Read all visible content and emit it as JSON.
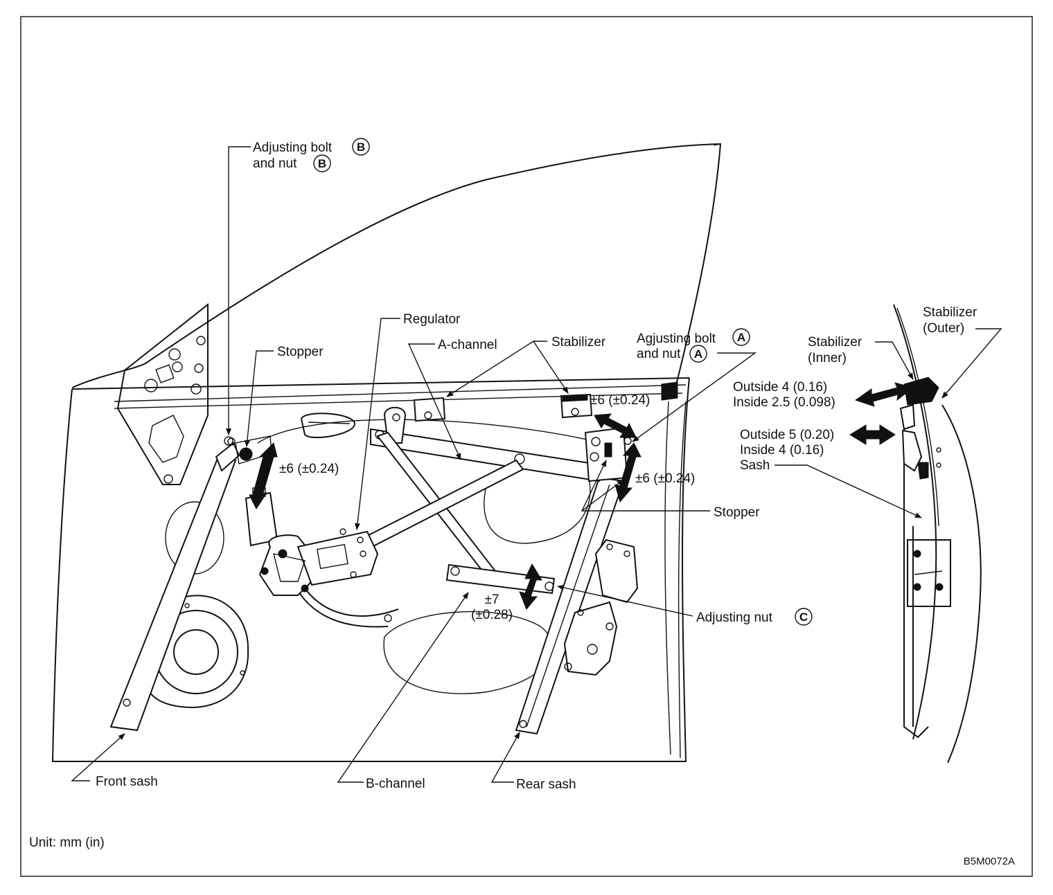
{
  "labels": {
    "adj_bolt_b_1": "Adjusting bolt",
    "adj_bolt_b_2": "and nut",
    "circle_b": "B",
    "stopper_left": "Stopper",
    "regulator": "Regulator",
    "a_channel": "A-channel",
    "stabilizer_top": "Stabilizer",
    "adj_bolt_a_1": "Agjusting bolt",
    "adj_bolt_a_2": "and nut",
    "circle_a": "A",
    "tol_stabilizer": "±6 (±0.24)",
    "tol_left": "±6 (±0.24)",
    "tol_right": "±6 (±0.24)",
    "stopper_right": "Stopper",
    "tol_b_channel_1": "±7",
    "tol_b_channel_2": "(±0.28)",
    "adjusting_nut": "Adjusting nut",
    "circle_c": "C",
    "front_sash": "Front sash",
    "b_channel": "B-channel",
    "rear_sash": "Rear sash",
    "unit": "Unit: mm (in)",
    "figure_code": "B5M0072A",
    "stab_outer_1": "Stabilizer",
    "stab_outer_2": "(Outer)",
    "stab_inner_1": "Stabilizer",
    "stab_inner_2": "(Inner)",
    "outside_1": "Outside 4 (0.16)",
    "inside_1": "Inside 2.5 (0.098)",
    "outside_2": "Outside 5 (0.20)",
    "inside_2": "Inside 4 (0.16)",
    "sash": "Sash"
  },
  "colors": {
    "line": "#111111",
    "background": "#ffffff"
  }
}
